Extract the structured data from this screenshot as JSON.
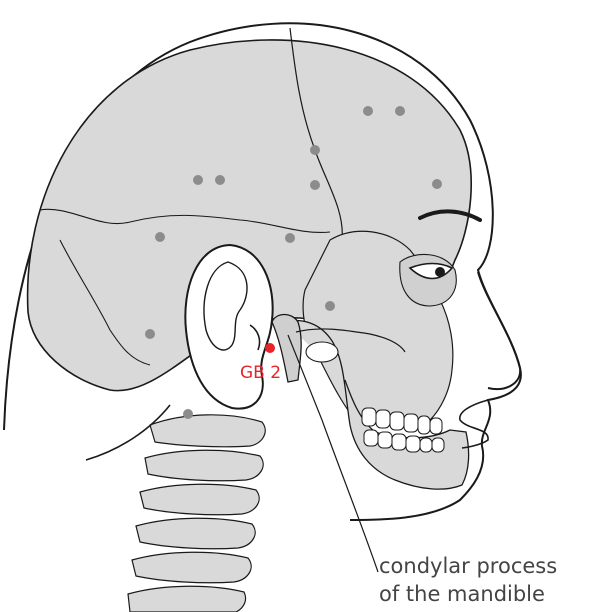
{
  "point_label": "GB 2",
  "caption": {
    "line1": "condylar process",
    "line2": "of the mandible"
  },
  "colors": {
    "point": "#e8232a",
    "bone": "#d9d9d9",
    "outline": "#1a1a1a",
    "acupoint_dots": "#8c8c8c",
    "caption_text": "#444444"
  }
}
